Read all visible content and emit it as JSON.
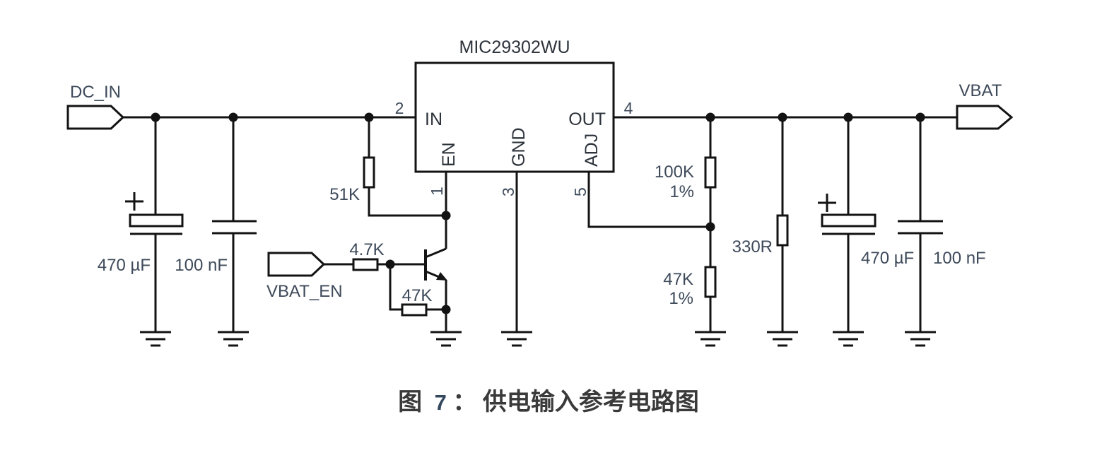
{
  "colors": {
    "background": "#ffffff",
    "wire": "#131313",
    "ic_text": "#2e343c",
    "value_text": "#3e4a5a",
    "caption_text": "#3a3a3a",
    "caption_number": "#33475e"
  },
  "ports": {
    "dc_in": "DC_IN",
    "vbat_en": "VBAT_EN",
    "vbat": "VBAT"
  },
  "regulator": {
    "part_number": "MIC29302WU",
    "pins": {
      "in": {
        "number": "2",
        "label": "IN"
      },
      "out": {
        "number": "4",
        "label": "OUT"
      },
      "en": {
        "number": "1",
        "label": "EN"
      },
      "gnd": {
        "number": "3",
        "label": "GND"
      },
      "adj": {
        "number": "5",
        "label": "ADJ"
      }
    }
  },
  "components": {
    "input_bulk_cap": "470 µF",
    "input_bypass_cap": "100 nF",
    "en_pullup_resistor": "51K",
    "base_series_resistor": "4.7K",
    "base_pulldown_resistor": "47K",
    "feedback_top_resistor": {
      "value": "100K",
      "tolerance": "1%"
    },
    "feedback_bottom_resistor": {
      "value": "47K",
      "tolerance": "1%"
    },
    "load_resistor": "330R",
    "output_bulk_cap": "470 µF",
    "output_bypass_cap": "100 nF"
  },
  "caption": {
    "figure_word": "图",
    "figure_number": "7",
    "colon": "：",
    "title": "供电输入参考电路图"
  }
}
